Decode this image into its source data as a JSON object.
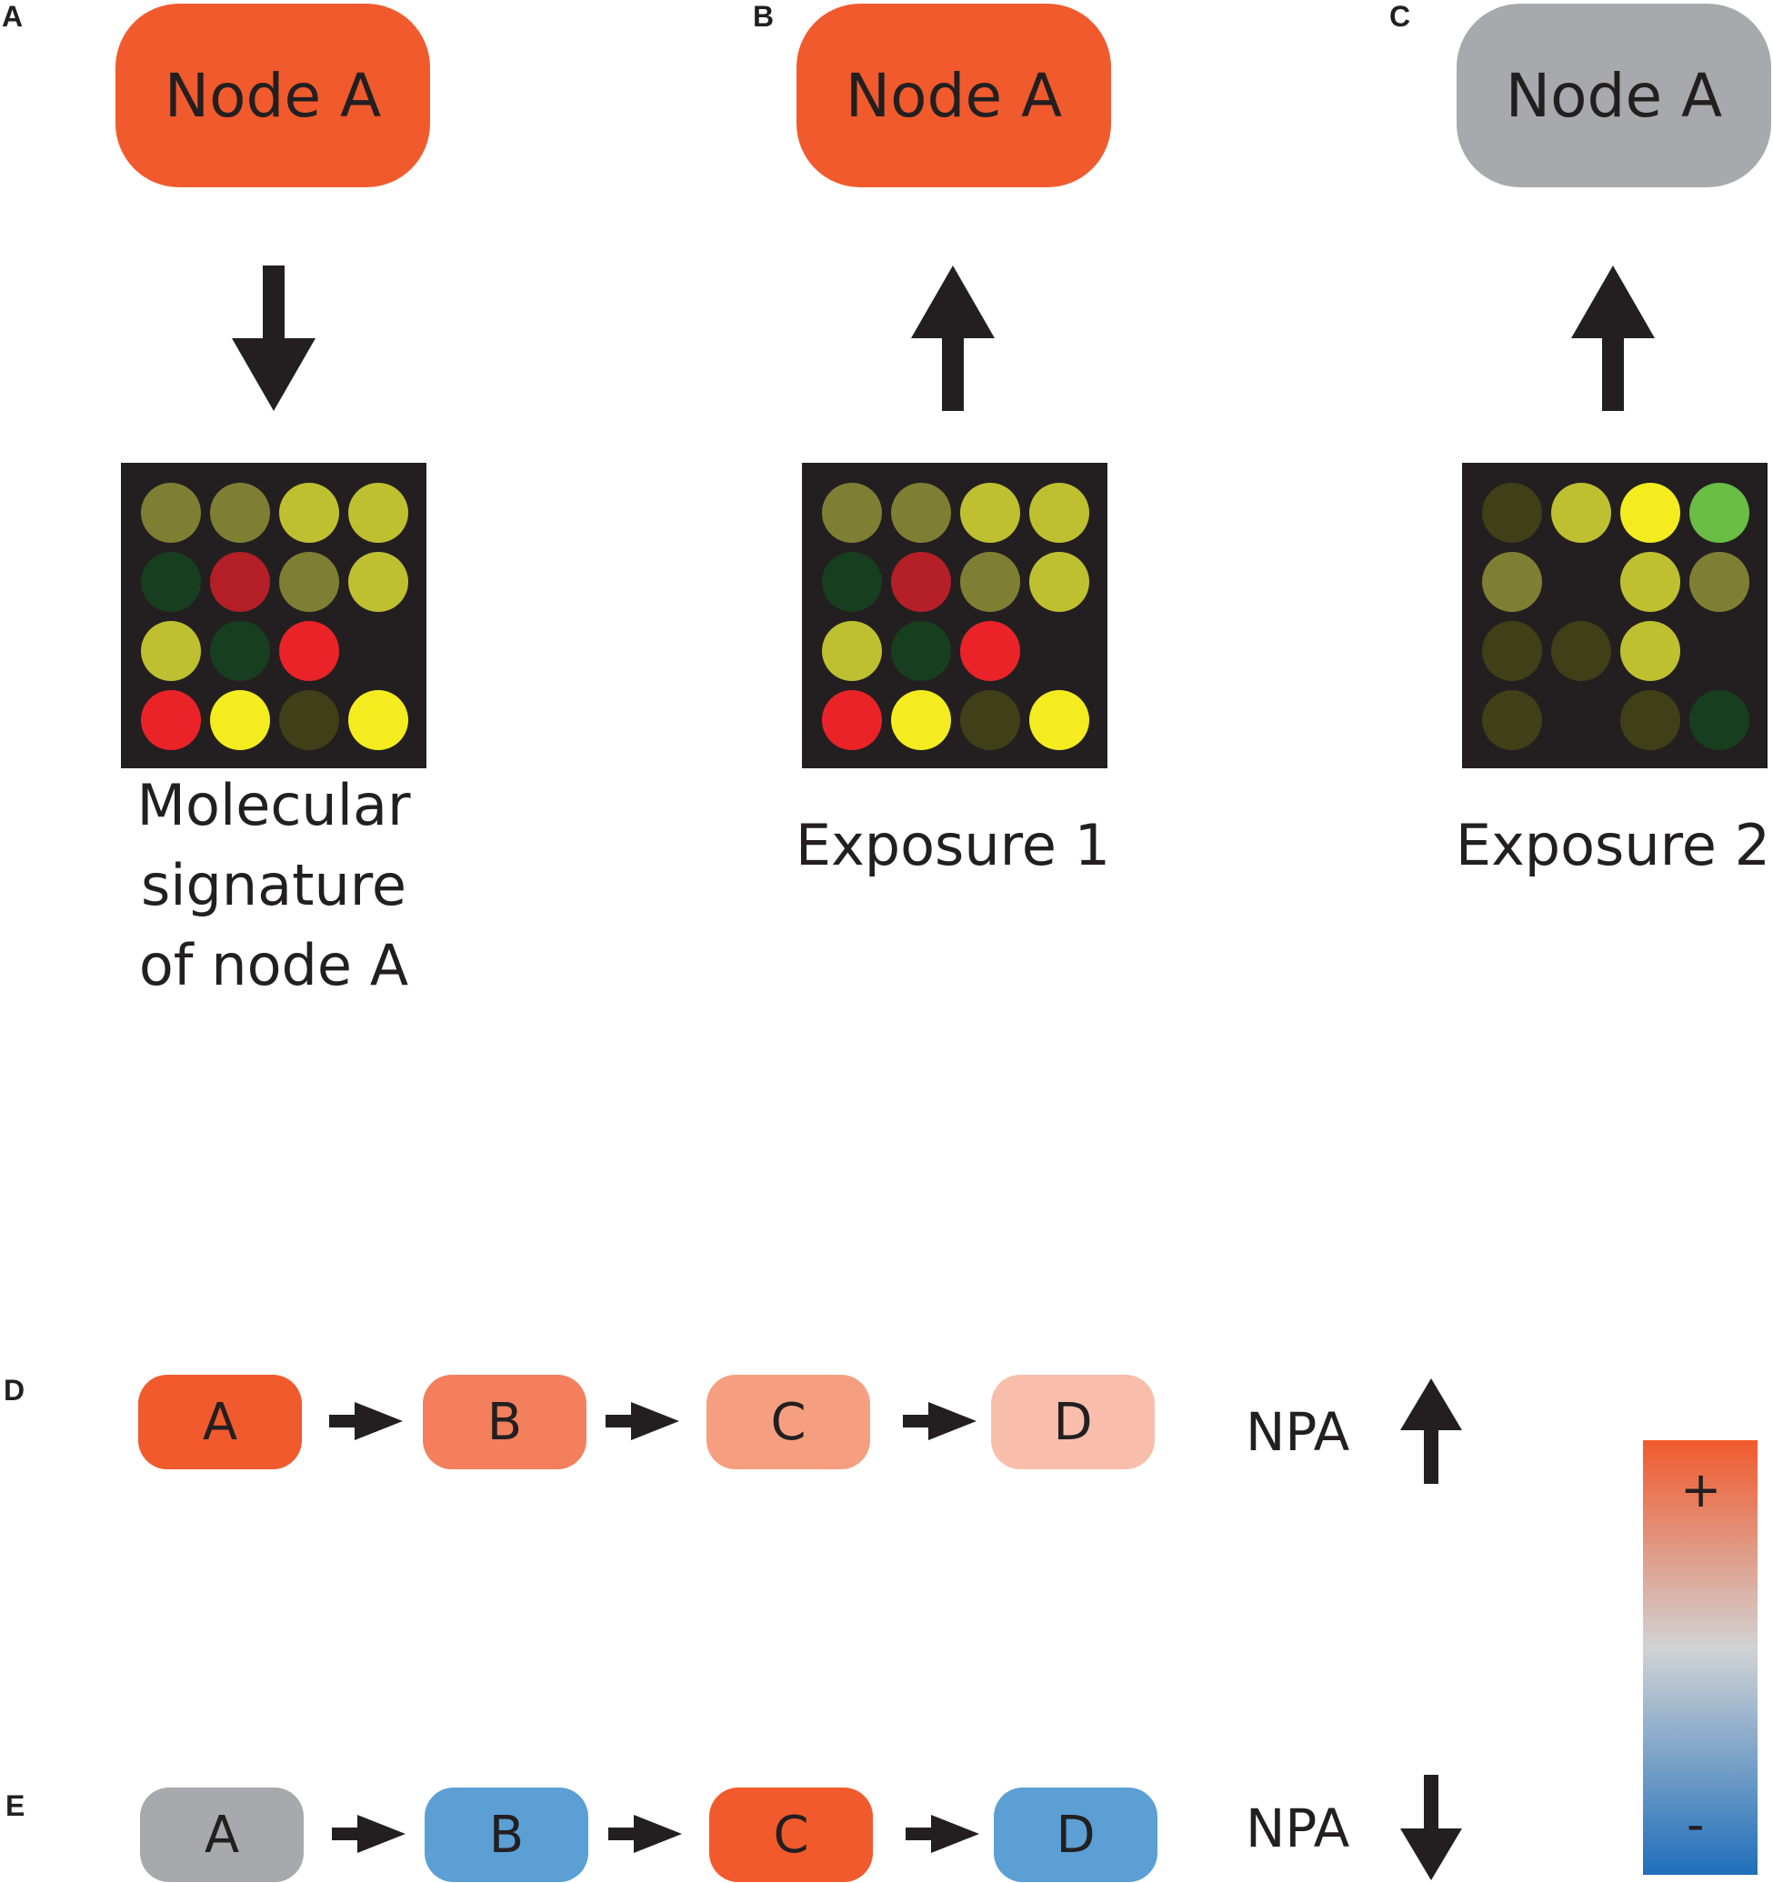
{
  "panels": {
    "A": {
      "letter": "A",
      "node_label": "Node A",
      "node_color": "#f15a2c",
      "arrow": "down",
      "caption_line1": "Molecular signature",
      "caption_line2": "of node A",
      "grid": [
        [
          "#7f7f34",
          "#7f7f34",
          "#bfc030",
          "#bfc030"
        ],
        [
          "#173e1e",
          "#b41f28",
          "#7f7f34",
          "#bfc030"
        ],
        [
          "#bfc030",
          "#173e1e",
          "#ea2328",
          ""
        ],
        [
          "#ea2328",
          "#f4ec1f",
          "#3f3f18",
          "#f4ec1f"
        ]
      ]
    },
    "B": {
      "letter": "B",
      "node_label": "Node A",
      "node_color": "#f15a2c",
      "arrow": "up",
      "caption": "Exposure 1",
      "grid": [
        [
          "#7f7f34",
          "#7f7f34",
          "#bfc030",
          "#bfc030"
        ],
        [
          "#173e1e",
          "#b41f28",
          "#7f7f34",
          "#bfc030"
        ],
        [
          "#bfc030",
          "#173e1e",
          "#ea2328",
          ""
        ],
        [
          "#ea2328",
          "#f4ec1f",
          "#3f3f18",
          "#f4ec1f"
        ]
      ]
    },
    "C": {
      "letter": "C",
      "node_label": "Node A",
      "node_color": "#a7a9ac",
      "arrow": "up",
      "caption": "Exposure 2",
      "grid": [
        [
          "#3f3f18",
          "#bfc030",
          "#f4ec1f",
          "#6abd45"
        ],
        [
          "#7f7f34",
          "",
          "#bfc030",
          "#7f7f34"
        ],
        [
          "#3f3f18",
          "#3f3f18",
          "#bfc030",
          ""
        ],
        [
          "#3f3f18",
          "",
          "#3f3f18",
          "#173e1e"
        ]
      ]
    },
    "D": {
      "letter": "D",
      "nodes": [
        {
          "label": "A",
          "color": "#f15a2c"
        },
        {
          "label": "B",
          "color": "#f47f5c"
        },
        {
          "label": "C",
          "color": "#f69f80"
        },
        {
          "label": "D",
          "color": "#f9beab"
        }
      ],
      "npa_label": "NPA",
      "npa_direction": "up"
    },
    "E": {
      "letter": "E",
      "nodes": [
        {
          "label": "A",
          "color": "#a7a9ac"
        },
        {
          "label": "B",
          "color": "#5b9fd5"
        },
        {
          "label": "C",
          "color": "#f15a2c"
        },
        {
          "label": "D",
          "color": "#5b9fd5"
        }
      ],
      "npa_label": "NPA",
      "npa_direction": "down"
    }
  },
  "color_scale": {
    "plus_label": "+",
    "minus_label": "-",
    "top_color": "#f15a2c",
    "mid_color": "#d1d3d4",
    "bottom_color": "#1f6fbb"
  },
  "colors": {
    "arrow": "#231f20",
    "grid_background": "#231f20"
  }
}
